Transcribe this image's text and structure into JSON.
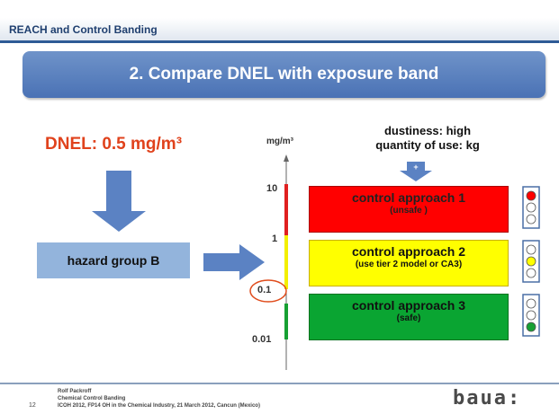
{
  "header": {
    "section_title": "REACH and Control Banding"
  },
  "headline": "2. Compare DNEL with exposure band",
  "dnel": "DNEL: 0.5 mg/m³",
  "hazard_group": "hazard group B",
  "scale": {
    "unit": "mg/m³",
    "ticks": [
      "10",
      "1",
      "0.1",
      "0.01"
    ]
  },
  "conditions": {
    "line1": "dustiness: high",
    "line2": "quantity of use: kg",
    "plus": "+"
  },
  "approaches": [
    {
      "title": "control approach 1",
      "subtitle": "(unsafe )",
      "color": "#ff0000"
    },
    {
      "title": "control approach 2",
      "subtitle": "(use tier 2 model or CA3)",
      "color": "#ffff00"
    },
    {
      "title": "control approach 3",
      "subtitle": "(safe)",
      "color": "#0aa532"
    }
  ],
  "footer": {
    "author": "Rolf Packroff",
    "topic": "Chemical Control Banding",
    "event": "ICOH 2012, FP14 OH in the Chemical Industry, 21 March 2012, Cancun (Mexico)",
    "page": "12",
    "logo": "baua:"
  }
}
